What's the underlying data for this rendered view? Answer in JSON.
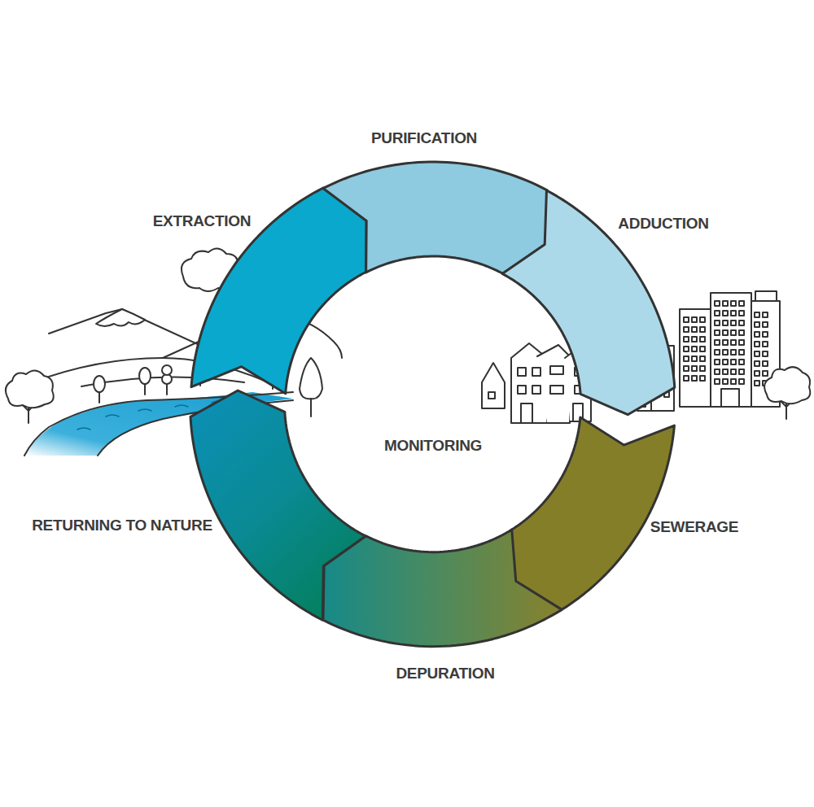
{
  "diagram": {
    "nodes": [
      {
        "text": [
          "EXTRACTION"
        ]
      },
      {
        "text": [
          "PURIFICATION"
        ]
      },
      {
        "text": [
          "ADDUCTION"
        ]
      },
      {
        "text": [
          "SEWERAGE"
        ]
      },
      {
        "text": [
          "DEPURATION"
        ]
      },
      {
        "text": [
          "RETURNING TO NATURE"
        ]
      }
    ],
    "labels": [
      "MONITORING"
    ]
  }
}
